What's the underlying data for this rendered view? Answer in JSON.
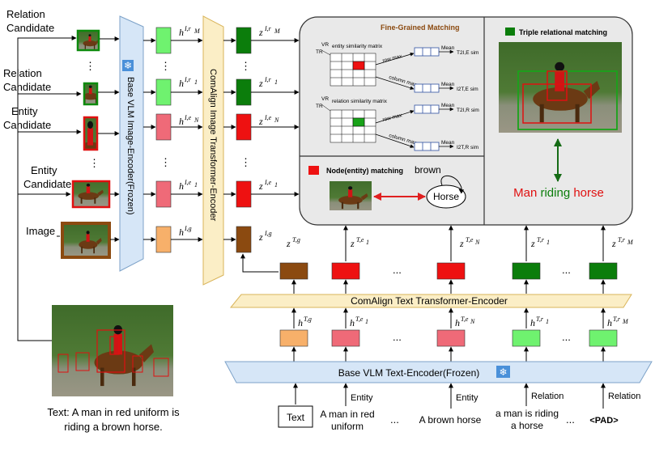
{
  "left_labels": {
    "relation_candidate_1": [
      "Relation",
      "Candidate"
    ],
    "relation_candidate_2": [
      "Relation",
      "Candidate"
    ],
    "entity_candidate_1": [
      "Entity",
      "Candidate"
    ],
    "entity_candidate_2": [
      "Entity",
      "Candidate"
    ],
    "image": "Image"
  },
  "ellipsis": "⋮",
  "hdots": "...",
  "encoders": {
    "base_image": "Base VLM Image-Encoder(Frozen)",
    "comalign_image": "ComAlign Image Transformer-Encoder",
    "comalign_text": "ComAlign Text Transformer-Encoder",
    "base_text": "Base VLM Text-Encoder(Frozen)"
  },
  "image_h": [
    {
      "base": "h",
      "sup": "I,r",
      "subsup": "M"
    },
    {
      "base": "h",
      "sup": "I,r",
      "subsup": "1"
    },
    {
      "base": "h",
      "sup": "I,e",
      "subsup": "N"
    },
    {
      "base": "h",
      "sup": "I,e",
      "subsup": "1"
    },
    {
      "base": "h",
      "sup": "I,g",
      "subsup": ""
    }
  ],
  "image_z": [
    {
      "base": "z",
      "sup": "I,r",
      "subsup": "M"
    },
    {
      "base": "z",
      "sup": "I,r",
      "subsup": "1"
    },
    {
      "base": "z",
      "sup": "I,e",
      "subsup": "N"
    },
    {
      "base": "z",
      "sup": "I,e",
      "subsup": "1"
    },
    {
      "base": "z",
      "sup": "I,g",
      "subsup": ""
    }
  ],
  "text_z": [
    {
      "base": "z",
      "sup": "T,g",
      "subsup": ""
    },
    {
      "base": "z",
      "sup": "T,e",
      "subsup": "1"
    },
    {
      "base": "z",
      "sup": "T,e",
      "subsup": "N"
    },
    {
      "base": "z",
      "sup": "T,r",
      "subsup": "1"
    },
    {
      "base": "z",
      "sup": "T,r",
      "subsup": "M"
    }
  ],
  "text_h": [
    {
      "base": "h",
      "sup": "T,g",
      "subsup": ""
    },
    {
      "base": "h",
      "sup": "T,e",
      "subsup": "1"
    },
    {
      "base": "h",
      "sup": "T,e",
      "subsup": "N"
    },
    {
      "base": "h",
      "sup": "T,r",
      "subsup": "1"
    },
    {
      "base": "h",
      "sup": "T,r",
      "subsup": "M"
    }
  ],
  "fine_grained": {
    "title": "Fine-Grained Matching",
    "entity_matrix": "entity similarity matrix",
    "relation_matrix": "relation similarity matrix",
    "vr": "VR",
    "tr": "TR",
    "row_max": "row max",
    "column_max": "column max",
    "mean": "Mean",
    "t2i_e": "T2I,E sim",
    "i2t_e": "I2T,E sim",
    "t2i_r": "T2I,R sim",
    "i2t_r": "I2T,R sim"
  },
  "triple": {
    "title": "Triple relational matching",
    "phrase_man": "Man",
    "phrase_riding": "riding",
    "phrase_horse": "horse"
  },
  "node": {
    "title": "Node(entity) matching",
    "brown": "brown",
    "horse": "Horse"
  },
  "text_inputs": {
    "text_box": "Text",
    "a_man": [
      "A man in red",
      "uniform"
    ],
    "a_brown_horse": "A  brown horse",
    "a_man_riding": [
      "a man is riding",
      "a horse"
    ],
    "pad": "<PAD>",
    "tag_entity_1": "Entity",
    "tag_entity_2": "Entity",
    "tag_relation_1": "Relation",
    "tag_relation_2": "Relation"
  },
  "caption": [
    "Text: A man in red uniform is",
    "riding a brown horse."
  ],
  "colors": {
    "dark_green": "#0b7d0b",
    "light_green": "#6ff26f",
    "red": "#ee1111",
    "pink": "#ef6a78",
    "orange": "#f7b06a",
    "brown": "#8b4a10",
    "blue_encoder": "#d6e6f7",
    "yellow_encoder": "#fbeec6",
    "panel_gray": "#e9e9e9"
  }
}
